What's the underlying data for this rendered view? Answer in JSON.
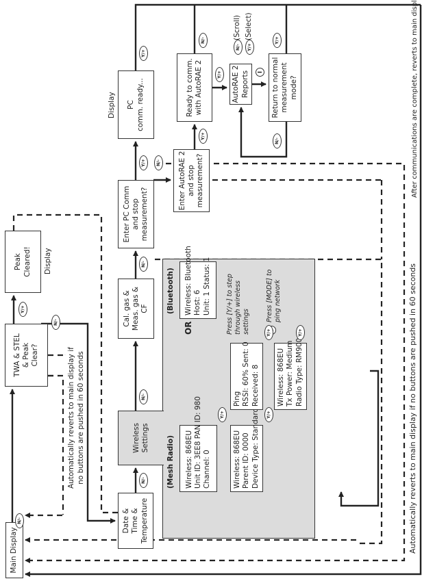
{
  "diagram": {
    "boxes": {
      "main_display": "Main Display",
      "twa_stel": [
        "TWA & STEL",
        "& Peak",
        "Clear?"
      ],
      "peak_cleared": [
        "Peak",
        "Cleared!"
      ],
      "date_time": [
        "Date &",
        "Time &",
        "Temperature"
      ],
      "wireless_settings": [
        "Wireless",
        "Settings"
      ],
      "cal_gas": [
        "Cal. gas &",
        "Meas. gas &",
        "CF"
      ],
      "enter_pc_comm": [
        "Enter PC Comm",
        "and stop",
        "measurement?"
      ],
      "pc_comm_ready": [
        "PC",
        "comm. ready..."
      ],
      "enter_autorae": [
        "Enter AutoRAE 2",
        "and stop",
        "measurement?"
      ],
      "ready_to_comm": [
        "Ready to comm.",
        "with AutoRAE 2"
      ],
      "autorae_reports": [
        "AutoRAE 2",
        "Reports"
      ],
      "return_normal": [
        "Return to normal",
        "measurement",
        "mode?"
      ]
    },
    "labels": {
      "display_peak": "Display",
      "display_pc": "Display",
      "scroll": "(Scroll)",
      "select": "(Select)",
      "or": "OR",
      "auto_revert_1": [
        "Automatically reverts to main display if",
        "no buttons are pushed in 60 seconds"
      ],
      "auto_revert_2": "Automatically reverts to main display if no buttons are pushed in 60 seconds",
      "after_comm": "After communications are complete, reverts to main display"
    },
    "wireless": {
      "mesh_title": "(Mesh Radio)",
      "bluetooth_title": "(Bluetooth)",
      "bluetooth_box": [
        "Wireless: Bluetooth",
        "Host: 6",
        "Unit: 1      Status: 1"
      ],
      "mesh_screens": [
        [
          "Wireless: 868EU",
          "Unit ID: 3EE8  PAN ID: 980",
          "Channel: 0"
        ],
        [
          "Wireless: 868EU",
          "Parent ID: 0000",
          "Device Type: Standard"
        ],
        [
          "Ping",
          "RSSI: 60%   Sent: 0",
          "Received: 8"
        ],
        [
          "Wireless: 868EU",
          "Tx Power: Medium",
          "Radio Type: RM900"
        ]
      ],
      "hint_step": [
        "Press [Y/+] to step",
        "through wireless",
        "settings"
      ],
      "hint_ping": [
        "Press [MODE] to",
        "ping network"
      ]
    },
    "buttons": {
      "no": "N/-",
      "yes": "Y/+",
      "mode": "I"
    }
  }
}
